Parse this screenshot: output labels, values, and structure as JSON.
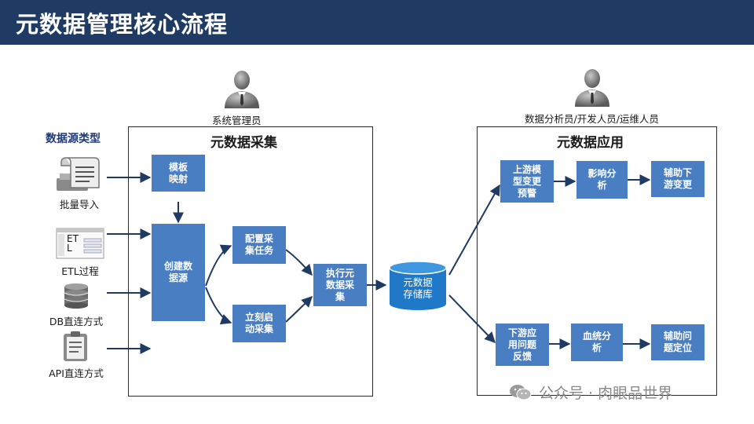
{
  "header": {
    "title": "元数据管理核心流程"
  },
  "roles": {
    "left": "系统管理员",
    "right": "数据分析员/开发人员/运维人员"
  },
  "sources": {
    "title": "数据源类型",
    "items": [
      {
        "label": "批量导入",
        "icon": "document-import-icon"
      },
      {
        "label": "ETL过程",
        "icon": "etl-window-icon",
        "icon_text": "ET\nL"
      },
      {
        "label": "DB直连方式",
        "icon": "database-icon"
      },
      {
        "label": "API直连方式",
        "icon": "clipboard-icon"
      }
    ]
  },
  "collect": {
    "title": "元数据采集",
    "template": "模板\n映射",
    "create": "创建数\n据源",
    "config": "配置采\n集任务",
    "instant": "立刻启\n动采集",
    "execute": "执行元\n数据采\n集"
  },
  "storage": {
    "label": "元数据\n存储库"
  },
  "apply": {
    "title": "元数据应用",
    "up1": "上游模\n型变更\n预警",
    "up2": "影响分\n析",
    "up3": "辅助下\n游变更",
    "down1": "下游应\n用问题\n反馈",
    "down2": "血统分\n析",
    "down3": "辅助问\n题定位"
  },
  "watermark": {
    "text": "公众号 · 肉眼品世界"
  },
  "colors": {
    "header": "#1f3a63",
    "box": "#4a7ec2",
    "arrow": "#1f3a63",
    "cylinder": "#1f78c8"
  }
}
